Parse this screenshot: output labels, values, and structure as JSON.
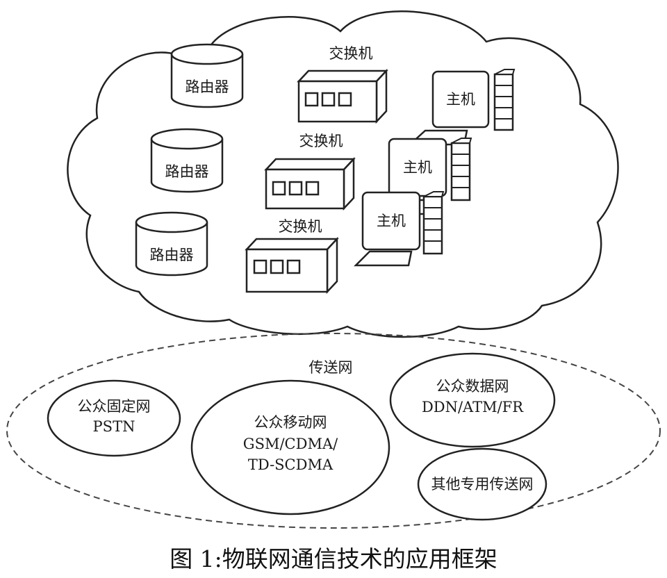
{
  "routers": [
    {
      "label": "路由器"
    },
    {
      "label": "路由器"
    },
    {
      "label": "路由器"
    }
  ],
  "switches": [
    {
      "label": "交换机"
    },
    {
      "label": "交换机"
    },
    {
      "label": "交换机"
    }
  ],
  "hosts": [
    {
      "label": "主机"
    },
    {
      "label": "主机"
    },
    {
      "label": "主机"
    }
  ],
  "transport": {
    "title": "传送网",
    "pstn": {
      "line1": "公众固定网",
      "line2": "PSTN"
    },
    "mobile": {
      "line1": "公众移动网",
      "line2": "GSM/CDMA/",
      "line3": "TD-SCDMA"
    },
    "data": {
      "line1": "公众数据网",
      "line2": "DDN/ATM/FR"
    },
    "other": {
      "line1": "其他专用传送网"
    }
  },
  "caption": "图 1:物联网通信技术的应用框架"
}
